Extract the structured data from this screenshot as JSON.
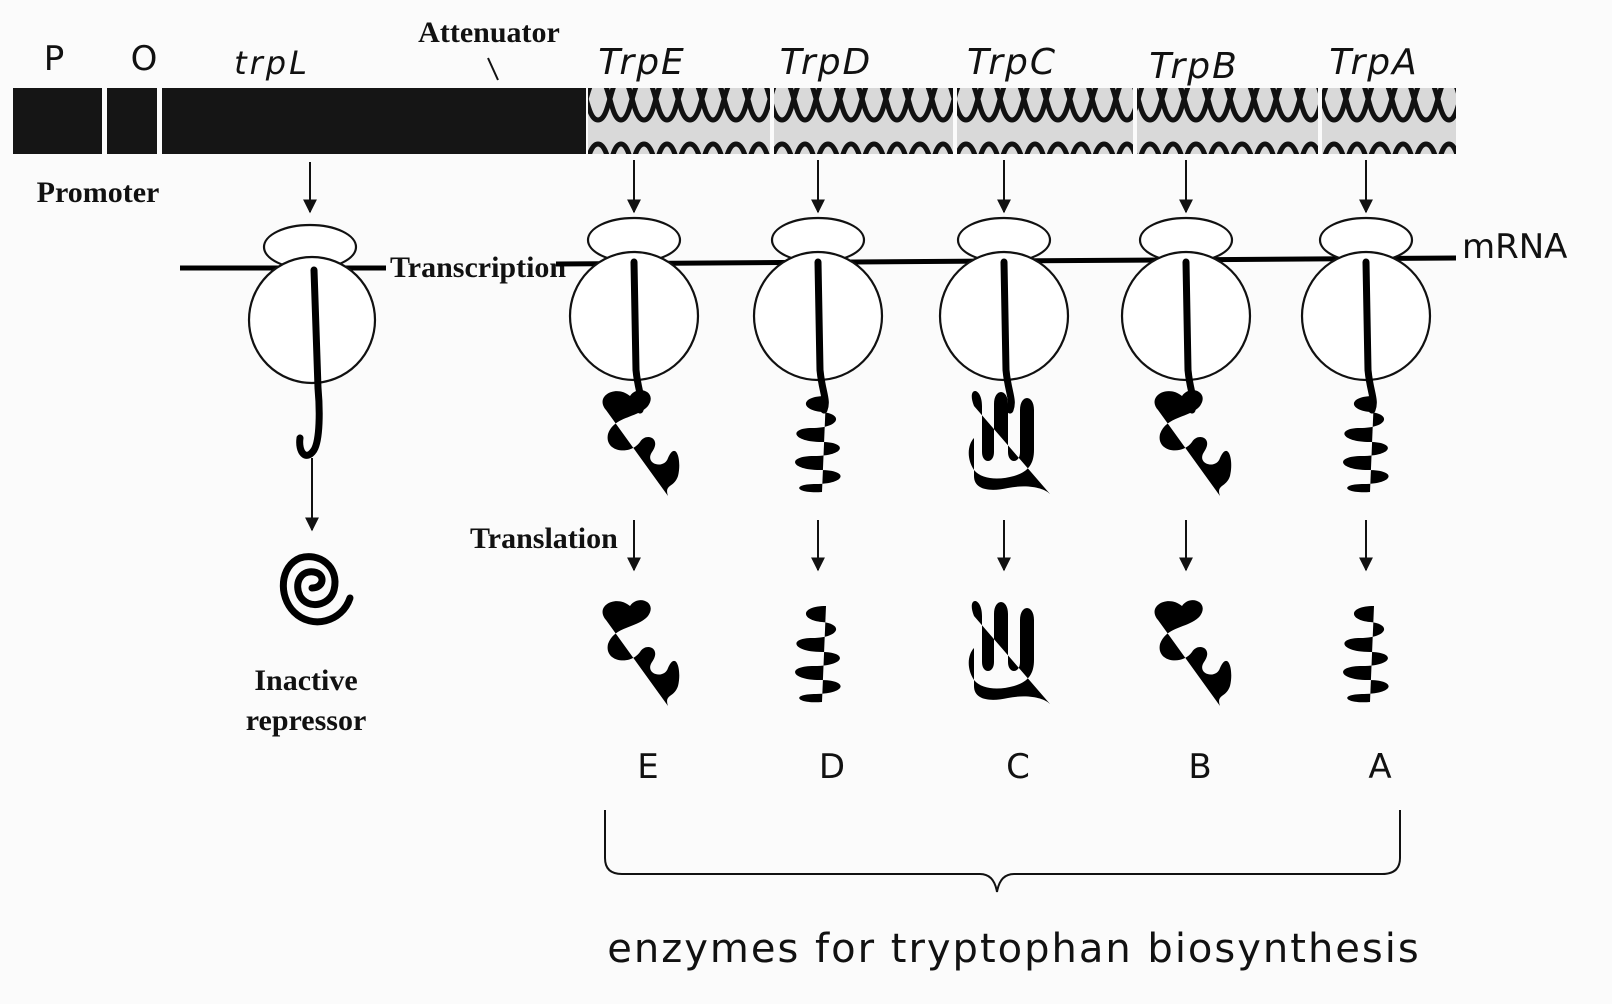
{
  "labels": {
    "promoter_short": "P",
    "operator_short": "O",
    "leader": "trpL",
    "attenuator": "Attenuator",
    "promoter": "Promoter",
    "transcription": "Transcription",
    "mrna": "mRNA",
    "translation": "Translation",
    "inactive_line1": "Inactive",
    "inactive_line2": "repressor",
    "footer": "enzymes for tryptophan biosynthesis"
  },
  "genes": [
    {
      "name": "TrpE",
      "enzyme": "E",
      "fold": "globular"
    },
    {
      "name": "TrpD",
      "enzyme": "D",
      "fold": "coil"
    },
    {
      "name": "TrpC",
      "enzyme": "C",
      "fold": "hairpin"
    },
    {
      "name": "TrpB",
      "enzyme": "B",
      "fold": "globular"
    },
    {
      "name": "TrpA",
      "enzyme": "A",
      "fold": "coil"
    }
  ]
}
